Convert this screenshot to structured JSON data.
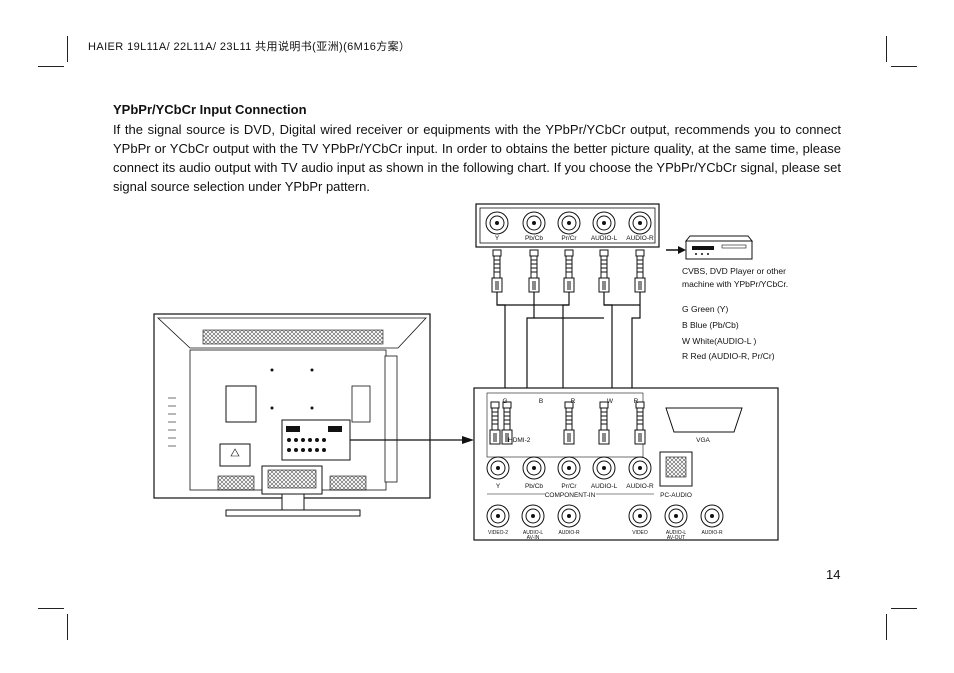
{
  "header": {
    "title": "HAIER 19L11A/ 22L11A/ 23L11 共用说明书(亚洲)(6M16方案）"
  },
  "section": {
    "title": "YPbPr/YCbCr Input Connection",
    "paragraph": "If the signal source is DVD, Digital wired receiver or equipments with the YPbPr/YCbCr output, recommends you to connect YPbPr or YCbCr output with the TV YPbPr/YCbCr input. In order to obtains the better picture quality, at the same time, please connect its audio output with TV audio input as shown in the following chart. If you choose the YPbPr/YCbCr signal, please set signal source selection under YPbPr pattern."
  },
  "diagram": {
    "top_panel_labels": [
      "Y",
      "Pb/Cb",
      "Pr/Cr",
      "AUDIO-L",
      "AUDIO-R"
    ],
    "dvd_caption_line1": "CVBS, DVD  Player or other",
    "dvd_caption_line2": "machine with YPbPr/YCbCr.",
    "legend": [
      "G   Green (Y)",
      "B   Blue (Pb/Cb)",
      "W  White(AUDIO-L )",
      "R   Red (AUDIO-R, Pr/Cr)"
    ],
    "plug_marks": [
      "G",
      "B",
      "R",
      "W",
      "R"
    ],
    "tv_panel": {
      "hdmi_label": "HDMI-2",
      "vga_label": "VGA",
      "component_labels": [
        "Y",
        "Pb/Cb",
        "Pr/Cr",
        "AUDIO-L",
        "AUDIO-R"
      ],
      "component_group": "COMPONENT-IN",
      "pc_audio_label": "PC-AUDIO",
      "bottom_left_labels": [
        "VIDEO-2",
        "AUDIO-L",
        "AUDIO-R"
      ],
      "bottom_left_sub": "AV-IN",
      "bottom_right_labels": [
        "VIDEO",
        "AUDIO-L",
        "AUDIO-R"
      ],
      "bottom_right_sub": "AV-OUT"
    }
  },
  "page_number": "14"
}
